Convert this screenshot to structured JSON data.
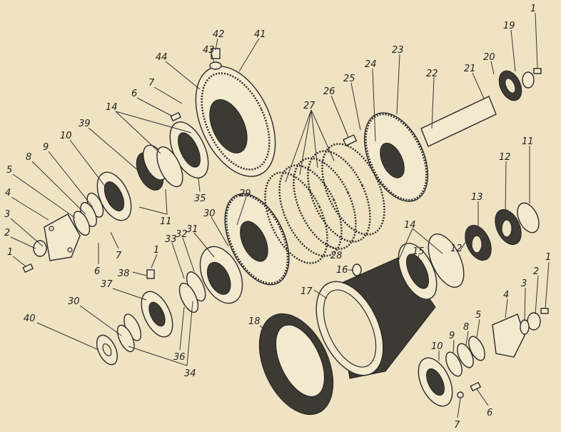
{
  "labels": [
    "42",
    "41",
    "43",
    "44",
    "7",
    "6",
    "14",
    "39",
    "10",
    "9",
    "8",
    "5",
    "4",
    "3",
    "2",
    "1",
    "35",
    "11",
    "6",
    "7",
    "29",
    "30",
    "31",
    "32",
    "33",
    "1",
    "38",
    "37",
    "30",
    "40",
    "36",
    "34",
    "27",
    "26",
    "25",
    "24",
    "23",
    "22",
    "21",
    "20",
    "19",
    "1",
    "28",
    "16",
    "17",
    "18",
    "14",
    "15",
    "12",
    "13",
    "12",
    "11",
    "4",
    "3",
    "2",
    "1",
    "5",
    "8",
    "9",
    "10",
    "7",
    "6"
  ],
  "colors": {
    "paper": "#efe3c4",
    "ink": "#2a2a2a"
  }
}
